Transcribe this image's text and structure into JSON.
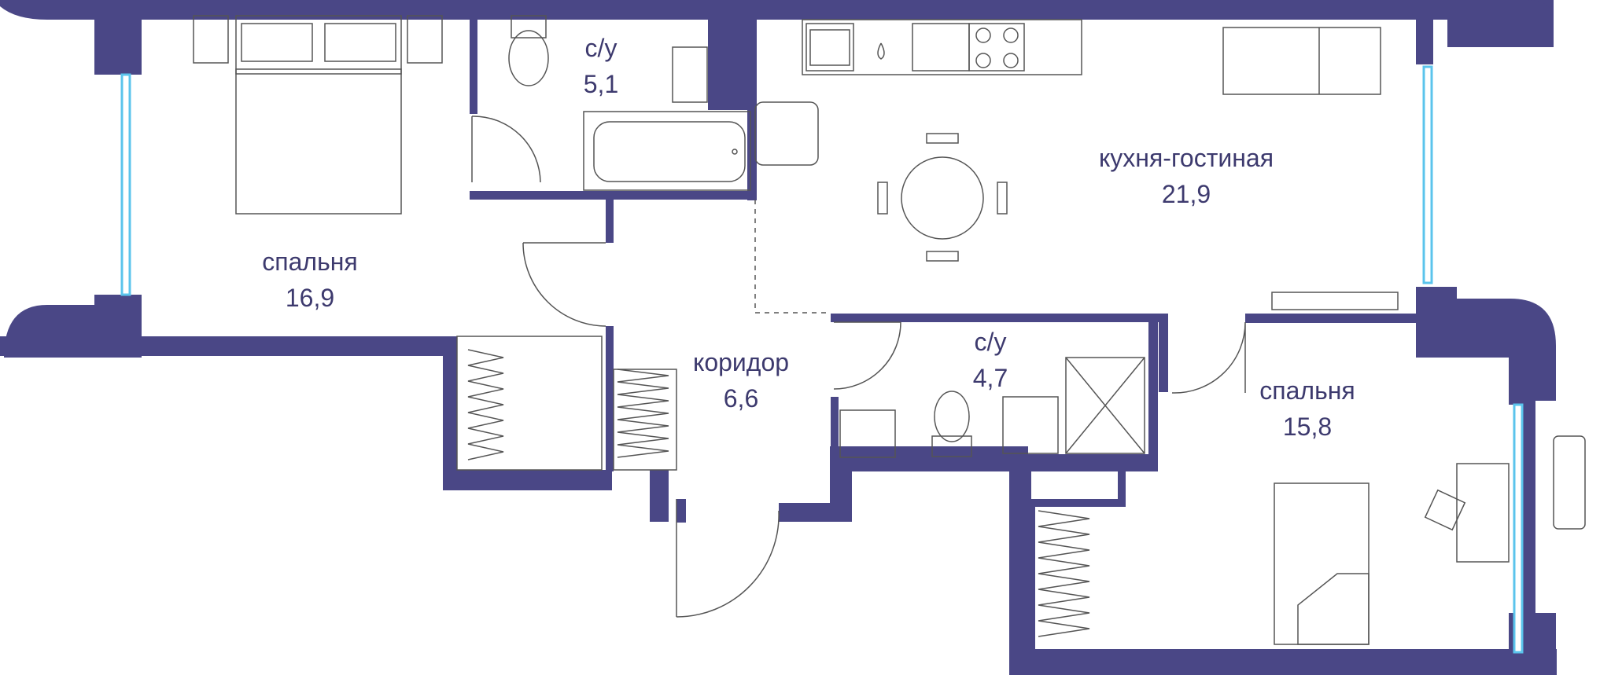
{
  "colors": {
    "wall": "#4a4786",
    "line": "#555555",
    "label": "#3d3a6e",
    "window": "#5bc4ec"
  },
  "rooms": {
    "bedroom1": {
      "name": "спальня",
      "area": "16,9"
    },
    "bathroom1": {
      "name": "с/у",
      "area": "5,1"
    },
    "kitchen_living": {
      "name": "кухня-гостиная",
      "area": "21,9"
    },
    "corridor": {
      "name": "коридор",
      "area": "6,6"
    },
    "bathroom2": {
      "name": "с/у",
      "area": "4,7"
    },
    "bedroom2": {
      "name": "спальня",
      "area": "15,8"
    }
  }
}
